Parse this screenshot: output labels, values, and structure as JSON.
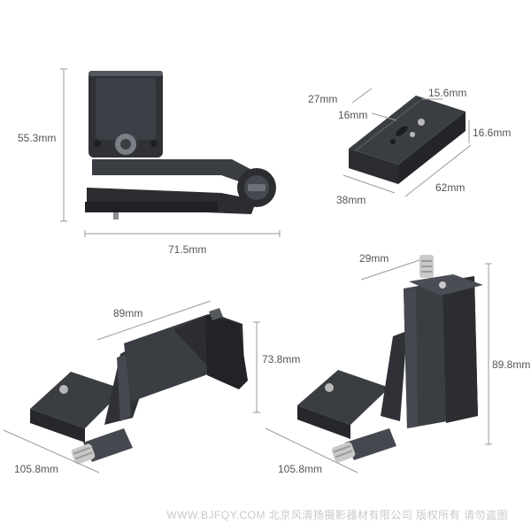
{
  "colors": {
    "background": "#ffffff",
    "metal_dark": "#2f3136",
    "metal_mid": "#4a4d53",
    "metal_light": "#6d7178",
    "silver": "#c9c9c9",
    "dimension_line": "#9a9a9a",
    "dimension_text": "#555555"
  },
  "views": {
    "folded": {
      "height": "55.3mm",
      "width": "71.5mm"
    },
    "plate": {
      "depth": "27mm",
      "hole_gap": "16mm",
      "hole_offset": "15.6mm",
      "thickness": "16.6mm",
      "width": "38mm",
      "length": "62mm"
    },
    "open_left": {
      "width": "89mm",
      "height": "73.8mm",
      "length": "105.8mm"
    },
    "open_right": {
      "clamp": "29mm",
      "height": "89.8mm",
      "length": "105.8mm"
    }
  },
  "watermark": "WWW.BJFQY.COM 北京风清扬摄影器材有限公司 版权所有 请勿盗图"
}
